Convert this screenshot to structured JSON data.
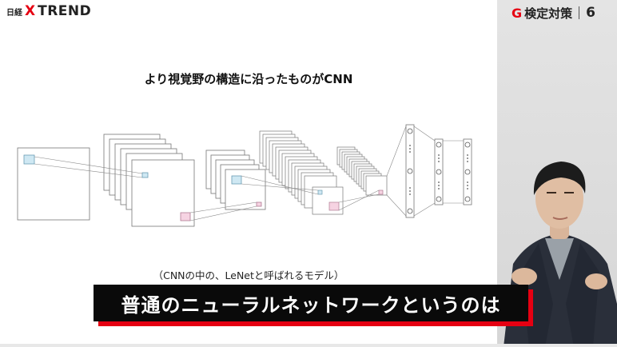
{
  "header": {
    "brand_small": "日経",
    "brand_x": "X",
    "brand_trend": "TREND"
  },
  "series": {
    "logo_letter": "G",
    "title": "検定対策",
    "episode": "6"
  },
  "slide": {
    "title": "より視覚野の構造に沿ったものがCNN",
    "caption": "（CNNの中の、LeNetと呼ばれるモデル）"
  },
  "subtitle": {
    "text": "普通のニューラルネットワークというのは"
  },
  "colors": {
    "brand_red": "#e60012",
    "highlight_blue": "#cfe8f3",
    "highlight_pink": "#f6d3e2"
  }
}
